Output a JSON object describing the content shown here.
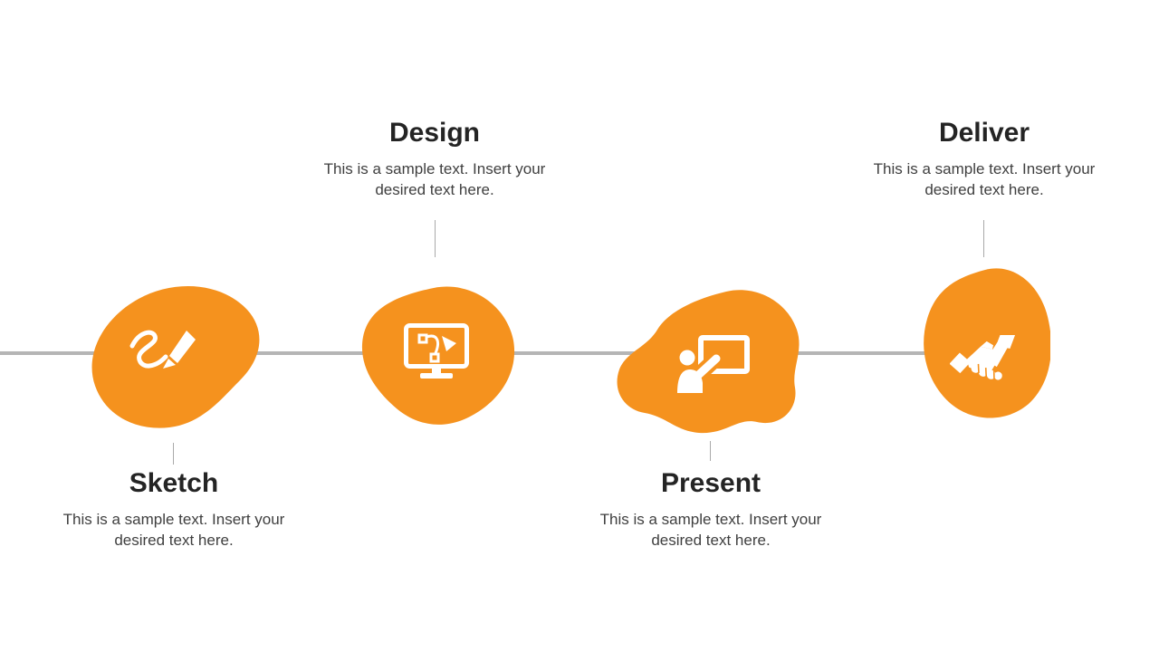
{
  "slide": {
    "accent_color": "#F5921E",
    "timeline_color": "#B5B5B5",
    "connector_color": "#A9A9A9",
    "title_color": "#242424",
    "body_color": "#3F3F3F",
    "steps": [
      {
        "title": "Sketch",
        "description": "This is a sample text. Insert your desired text here.",
        "icon": "pencil-sketch-icon",
        "label_position": "below"
      },
      {
        "title": "Design",
        "description": "This is a sample text. Insert your desired text here.",
        "icon": "monitor-vector-design-icon",
        "label_position": "above"
      },
      {
        "title": "Present",
        "description": "This is a sample text. Insert your desired text here.",
        "icon": "presenter-whiteboard-icon",
        "label_position": "below"
      },
      {
        "title": "Deliver",
        "description": "This is a sample text. Insert your desired text here.",
        "icon": "handshake-icon",
        "label_position": "above"
      }
    ]
  }
}
